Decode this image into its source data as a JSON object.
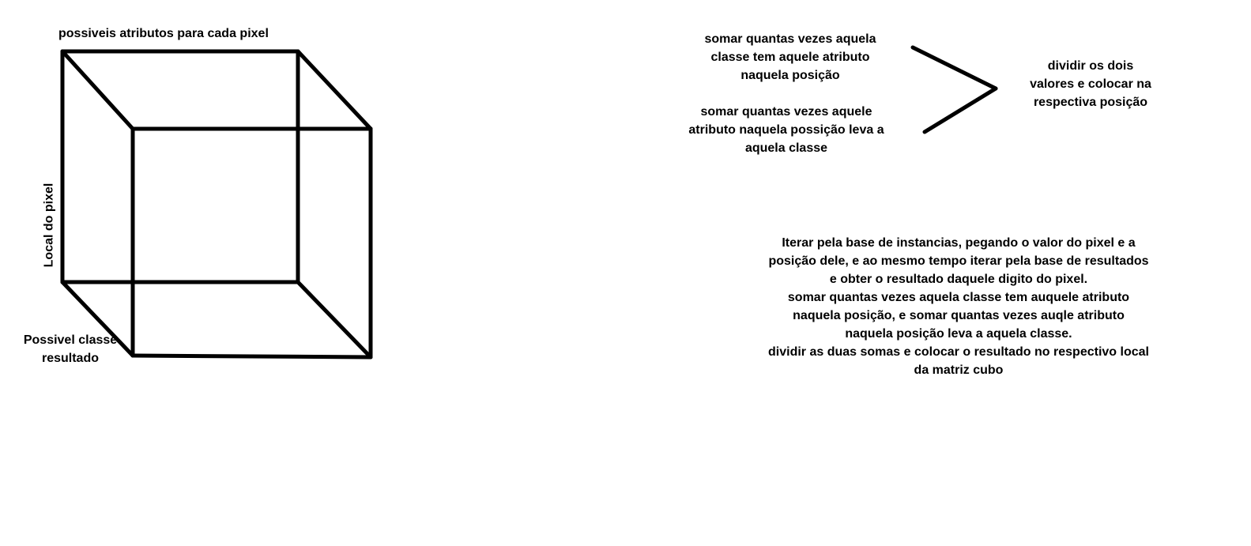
{
  "cube": {
    "top_label": "possiveis atributos para cada pixel",
    "side_label": "Local do pixel",
    "bottom_label": [
      "Possivel classe",
      "resultado"
    ]
  },
  "notes": {
    "sum_class_attribute": [
      "somar quantas vezes aquela",
      "classe tem aquele atributo",
      "naquela posição"
    ],
    "sum_attribute_class": [
      "somar quantas vezes aquele",
      "atributo naquela possição leva a",
      "aquela classe"
    ],
    "divide_values": [
      "dividir os dois",
      "valores e colocar na",
      "respectiva posição"
    ]
  },
  "explanation": [
    "Iterar pela base de instancias, pegando o valor do pixel e a",
    "posição dele, e ao mesmo tempo iterar pela base de resultados",
    "e obter o resultado daquele digito do pixel.",
    "somar quantas vezes aquela classe tem auquele atributo",
    "naquela posição, e somar quantas vezes auqle atributo",
    "naquela posição leva a aquela classe.",
    "dividir as duas somas e colocar o resultado no respectivo local",
    "da matriz cubo"
  ],
  "colors": {
    "ink": "#000000",
    "background": "#ffffff"
  }
}
